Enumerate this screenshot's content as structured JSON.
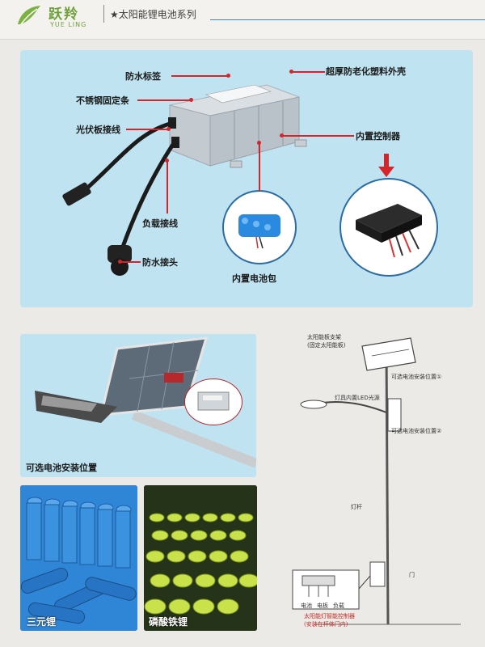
{
  "header": {
    "logo_cn": "跃羚",
    "logo_en": "YUE LING",
    "series_title": "★太阳能锂电池系列"
  },
  "top_panel": {
    "labels": {
      "waterproof_tag": "防水标签",
      "stainless_bar": "不锈钢固定条",
      "pv_cable": "光伏板接线",
      "load_cable": "负载接线",
      "waterproof_connector": "防水接头",
      "battery_pack": "内置电池包",
      "shell": "超厚防老化塑料外壳",
      "controller": "内置控制器"
    }
  },
  "middle": {
    "optional_position": "可选电池安装位置"
  },
  "diagram": {
    "labels": {
      "panel_bracket": "太阳能板支架",
      "panel_bracket_note": "(固定太阳能板)",
      "opt_pos_1": "可选电池安装位置①",
      "lamp_led": "灯具内置LED光源",
      "opt_pos_2": "可选电池安装位置②",
      "pole": "灯杆",
      "door": "门",
      "controller_box": "太阳能灯智能控制器",
      "controller_box_note": "(安装在杆体门内)",
      "wire_labels": [
        "电池",
        "电板",
        "负载"
      ]
    }
  },
  "photos": {
    "ternary": "三元锂",
    "lifepo4": "磷酸铁锂"
  }
}
